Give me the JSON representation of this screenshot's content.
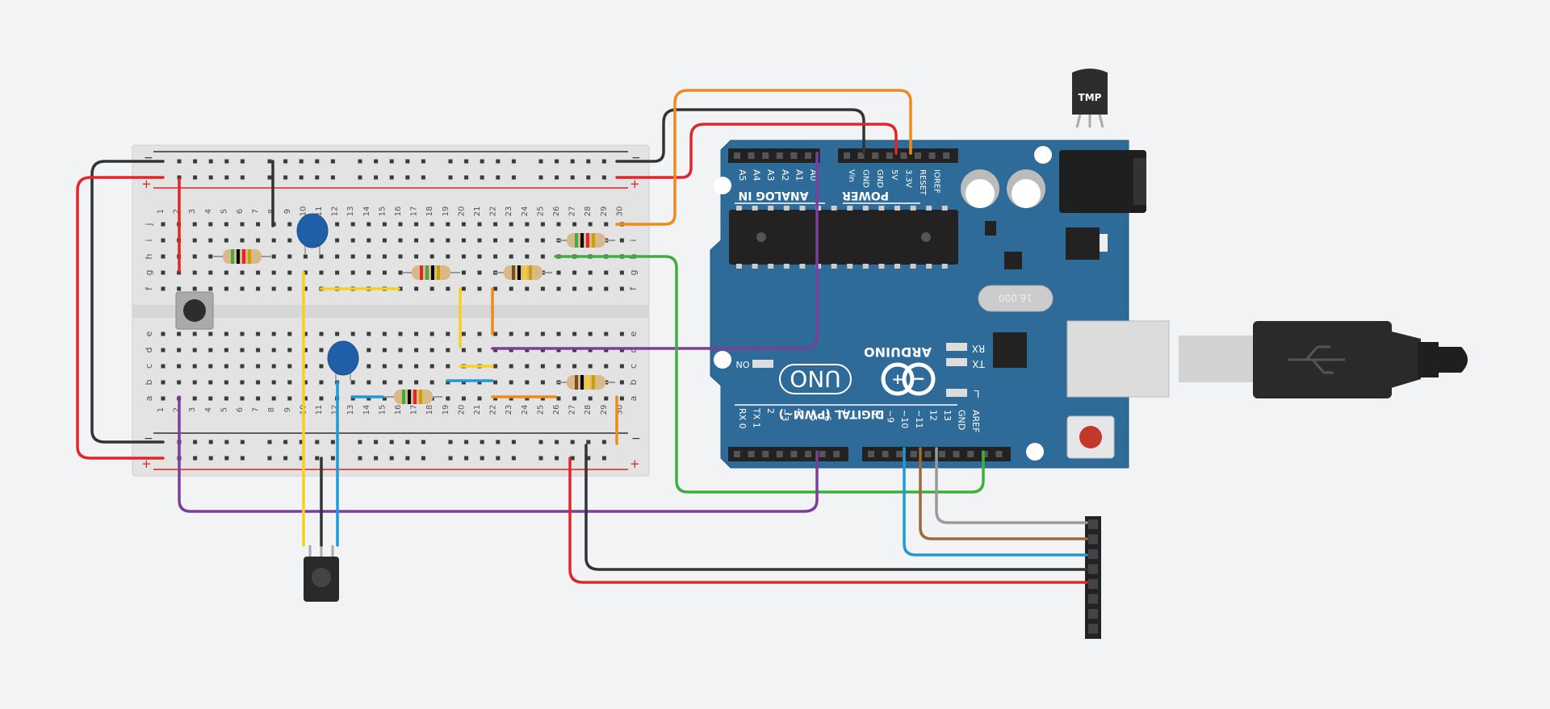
{
  "breadboard": {
    "rail_plus": "+",
    "rail_minus": "−",
    "row_labels_top": [
      "j",
      "i",
      "h",
      "g",
      "f"
    ],
    "row_labels_bottom": [
      "e",
      "d",
      "c",
      "b",
      "a"
    ],
    "column_numbers": [
      "1",
      "2",
      "3",
      "4",
      "5",
      "6",
      "7",
      "8",
      "9",
      "10",
      "11",
      "12",
      "13",
      "14",
      "15",
      "16",
      "17",
      "18",
      "19",
      "20",
      "21",
      "22",
      "23",
      "24",
      "25",
      "26",
      "27",
      "28",
      "29",
      "30"
    ]
  },
  "arduino": {
    "logo_text": "ARDUINO",
    "model": "UNO",
    "analog_header": "ANALOG IN",
    "power_header": "POWER",
    "digital_header": "DIGITAL (PWM~)",
    "analog_pins": [
      "A5",
      "A4",
      "A3",
      "A2",
      "A1",
      "A0"
    ],
    "power_pins": [
      "Vin",
      "GND",
      "GND",
      "5V",
      "3.3V",
      "RESET",
      "IOREF"
    ],
    "digital_pins_left": [
      "RX 0",
      "TX 1",
      "2",
      "~3",
      "4",
      "~5",
      "~6",
      "7"
    ],
    "digital_pins_right": [
      "8",
      "~9",
      "~10",
      "~11",
      "12",
      "13",
      "GND",
      "AREF"
    ],
    "indicator_on": "ON",
    "indicator_rx": "RX",
    "indicator_tx": "TX",
    "indicator_l": "L",
    "crystal_label": "16.000"
  },
  "temp_sensor": {
    "label": "TMP"
  },
  "colors": {
    "board_blue": "#2f6b98",
    "wire_red": "#e0262b",
    "wire_black": "#333333",
    "wire_orange": "#ef8a1c",
    "wire_yellow": "#f5d11e",
    "wire_blue": "#1f9ad6",
    "wire_purple": "#7b3f99",
    "wire_green": "#3fae3f",
    "wire_brown": "#9a6a3a",
    "wire_gray": "#9a9a9a"
  }
}
